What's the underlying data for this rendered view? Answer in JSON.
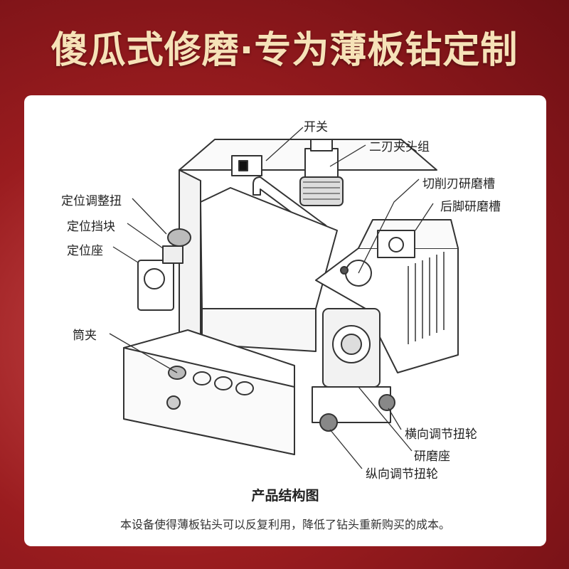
{
  "headline": "傻瓜式修磨·专为薄板钻定制",
  "labels": {
    "switch": "开关",
    "two_edge_chuck": "二刃夹头组",
    "cutting_edge_groove": "切削刃研磨槽",
    "rear_leg_groove": "后脚研磨槽",
    "positioning_knob": "定位调整扭",
    "positioning_block": "定位挡块",
    "positioning_seat": "定位座",
    "collet": "筒夹",
    "horizontal_wheel": "横向调节扭轮",
    "grinding_seat": "研磨座",
    "vertical_wheel": "纵向调节扭轮"
  },
  "caption": {
    "title": "产品结构图",
    "body": "本设备使得薄板钻头可以反复利用，降低了钻头重新购买的成本。"
  },
  "colors": {
    "background": "#9a1c1f",
    "headline": "#f6e2b8",
    "card": "#ffffff",
    "line": "#333333"
  }
}
